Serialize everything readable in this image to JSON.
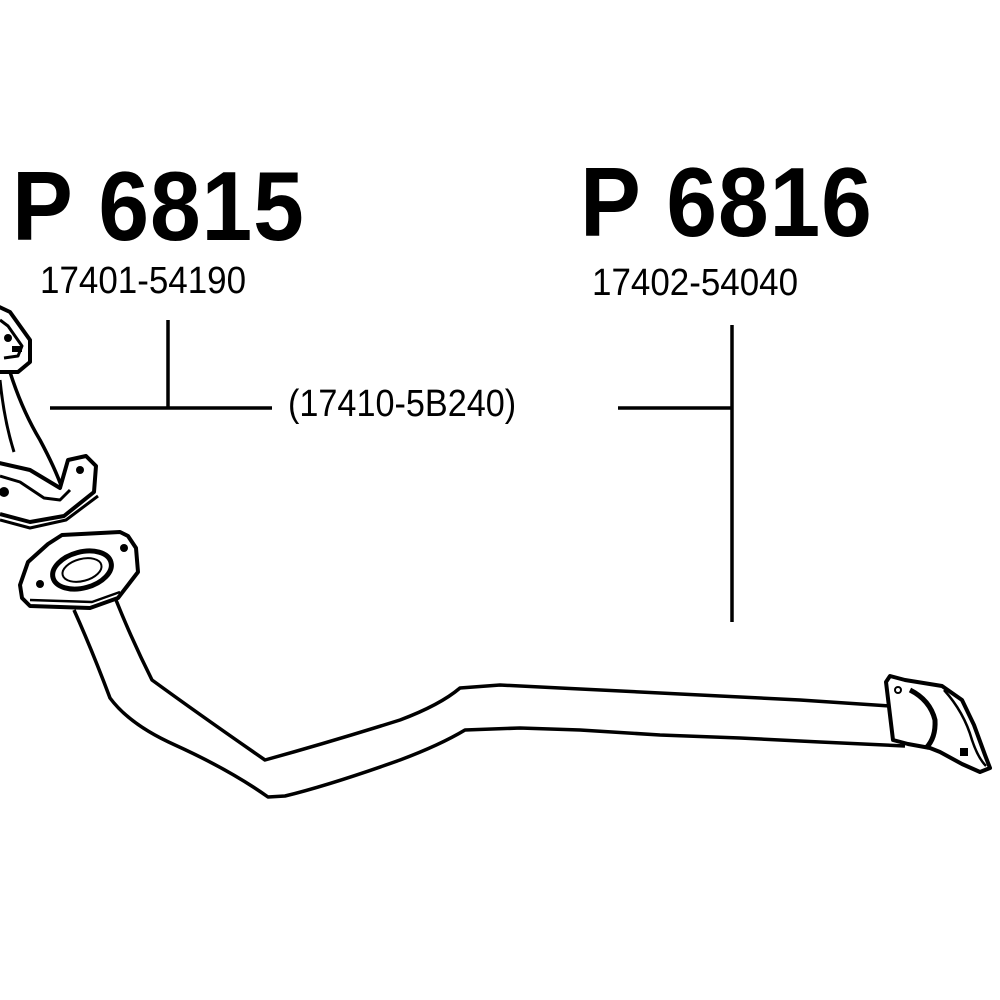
{
  "diagram": {
    "type": "exhaust-parts-catalog",
    "parts": [
      {
        "id": "p6815",
        "code": "P 6815",
        "oem_number": "17401-54190"
      },
      {
        "id": "p6816",
        "code": "P 6816",
        "oem_number": "17402-54040"
      }
    ],
    "shared_reference": "(17410-5B240)",
    "colors": {
      "background": "#ffffff",
      "ink": "#000000"
    },
    "components": [
      {
        "name": "front-downpipe",
        "description": "Partial downpipe with flanges (left edge)"
      },
      {
        "name": "front-pipe",
        "description": "Bent front pipe with two-bolt flange at left and three-bolt flange at right"
      }
    ]
  }
}
